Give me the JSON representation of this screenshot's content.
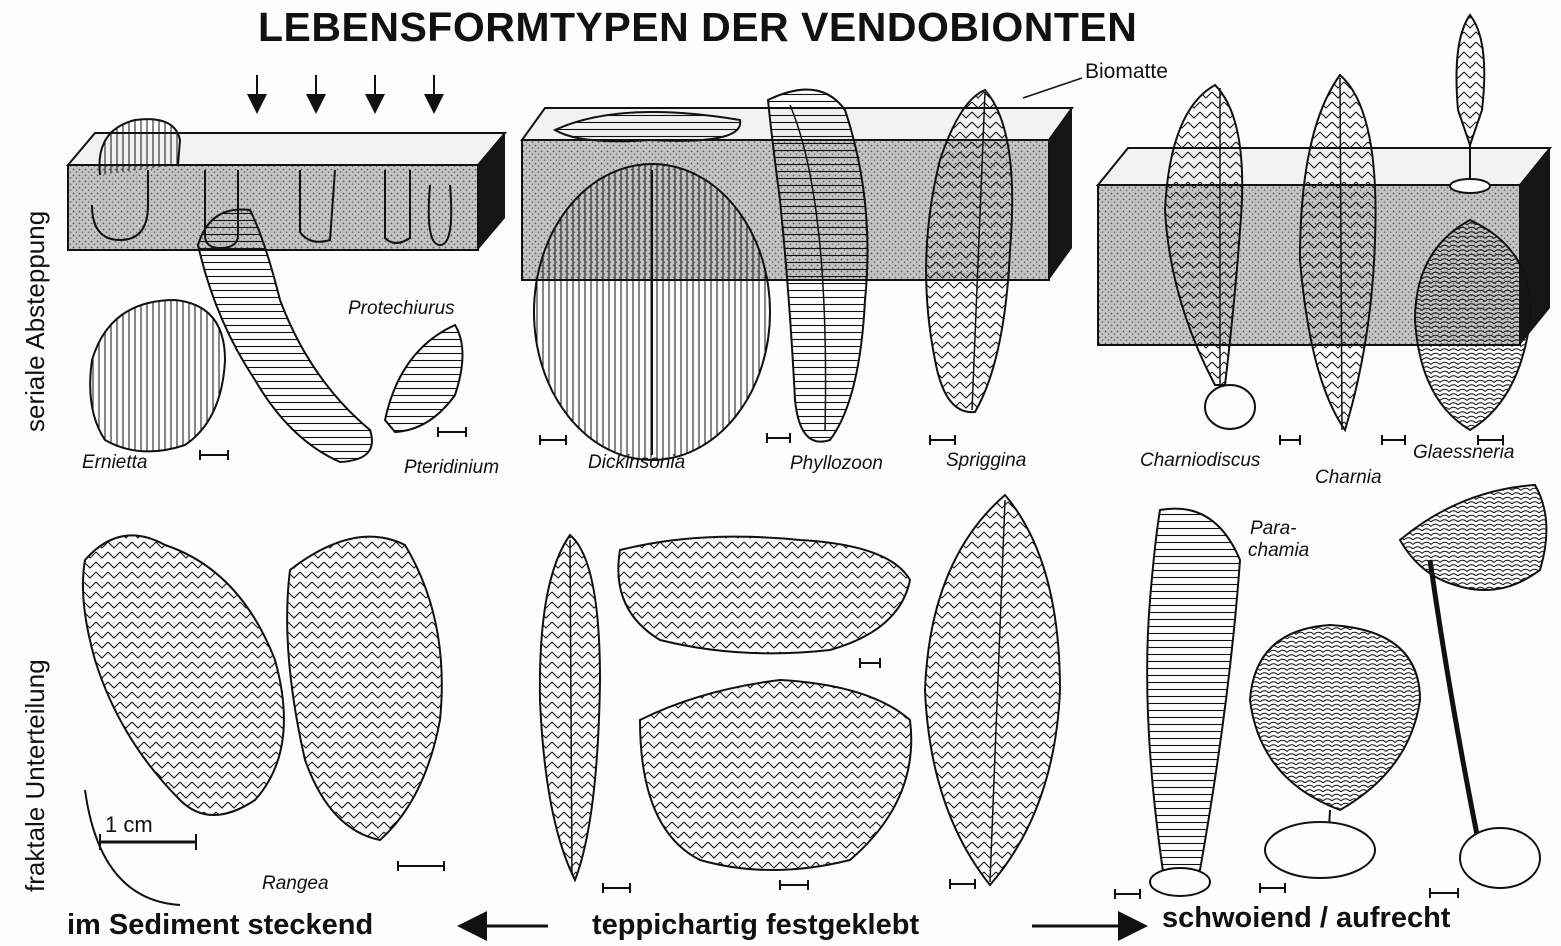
{
  "title": "LEBENSFORMTYPEN DER VENDOBIONTEN",
  "row_labels": {
    "top": "seriale Absteppung",
    "bottom": "fraktale Unterteilung"
  },
  "annotations": {
    "biomatte": "Biomatte",
    "scale": "1 cm"
  },
  "species": [
    "Protechiurus",
    "Ernietta",
    "Pteridinium",
    "Dickinsonia",
    "Phyllozoon",
    "Spriggina",
    "Charniodiscus",
    "Charnia",
    "Glaessneria",
    "Para-",
    "chamia",
    "Rangea"
  ],
  "lifestyles": {
    "left": "im Sediment steckend",
    "middle": "teppichartig festgeklebt",
    "right": "schwoiend / aufrecht"
  },
  "colors": {
    "ink": "#111111",
    "block_fill": "#b7b7b7",
    "paper": "#fdfdfb"
  }
}
